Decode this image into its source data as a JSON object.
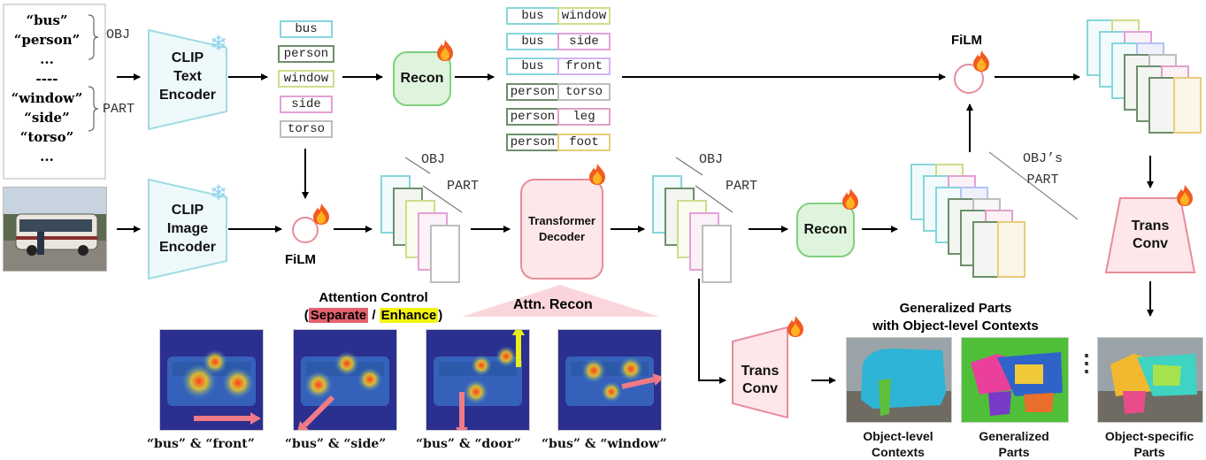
{
  "text_inputs": {
    "obj_words": [
      "“bus”",
      "“person”",
      "..."
    ],
    "separator": "----",
    "part_words": [
      "“window”",
      "“side”",
      "“torso”",
      "..."
    ],
    "obj_tag": "OBJ",
    "part_tag": "PART"
  },
  "encoders": {
    "text_encoder": [
      "CLIP",
      "Text",
      "Encoder"
    ],
    "image_encoder": [
      "CLIP",
      "Image",
      "Encoder"
    ]
  },
  "tokens": [
    "bus",
    "person",
    "window",
    "side",
    "torso"
  ],
  "pairs": [
    [
      "bus",
      "window"
    ],
    [
      "bus",
      "side"
    ],
    [
      "bus",
      "front"
    ],
    [
      "person",
      "torso"
    ],
    [
      "person",
      "leg"
    ],
    [
      "person",
      "foot"
    ]
  ],
  "modules": {
    "recon": "Recon",
    "film": "FiLM",
    "transformer_decoder": [
      "Transformer",
      "Decoder"
    ],
    "trans_conv": [
      "Trans",
      "Conv"
    ]
  },
  "feature_tags": {
    "obj": "OBJ",
    "part": "PART",
    "objs_part": [
      "OBJ’s",
      "PART"
    ]
  },
  "attention": {
    "title": "Attention Control",
    "separate": "Separate",
    "slash": "/",
    "enhance": "Enhance",
    "open_paren": "(",
    "close_paren": ")",
    "attn_recon": "Attn. Recon",
    "captions": [
      "“bus” & “front”",
      "“bus” & “side”",
      "“bus” & “door”",
      "“bus” & “window”"
    ]
  },
  "outputs": {
    "generalized_title": [
      "Generalized Parts",
      "with Object-level Contexts"
    ],
    "object_level": [
      "Object-level",
      "Contexts"
    ],
    "generalized": [
      "Generalized",
      "Parts"
    ],
    "object_specific": [
      "Object-specific",
      "Parts"
    ],
    "ellipsis": "⋮"
  },
  "colors": {
    "separate_highlight": "#e3626f",
    "enhance_highlight": "#f3f311",
    "recon_fill": "#dff4dc",
    "recon_border": "#7fcf7e",
    "decoder_fill": "#fde7ea",
    "decoder_border": "#e88c9a",
    "encoder_fill": "#eef9fb",
    "encoder_border": "#9fdbe3",
    "attn_recon_fill": "#fad6dc"
  },
  "icons": {
    "frozen": "snowflake-icon",
    "trainable": "flame-icon"
  }
}
